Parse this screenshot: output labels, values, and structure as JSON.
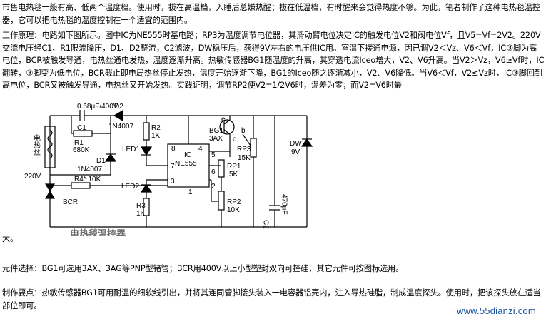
{
  "article": {
    "intro": "市售电热毯一般有高、低两个温度档。使用时，拔在高温档，入睡后总嫌热醒；拔在低温档，有时醒来会觉得热度不够。为此，笔者制作了这种电热毯温控器，它可以把电热毯的温度控制在一个适宜的范围内。",
    "principle_label": "工作原理：",
    "principle": "电路如下图所示。图中IC为NE555时基电路；RP3为温度调节电位器，其滑动臂电位决定IC的触发电位V2和阀电位Vf，且V5=Vf=2V2。220V交流电压经C1、R1限流降压，D1、D2整流，C2滤波，DW稳压后，获得9V左右的电压供IC用。室温下接通电源，因已调V2＜Vz、V6＜Vf，IC③脚为高电位，BCR被触发导通，电热丝通电发热，温度逐渐升高。热敏传感器BG1随温度的升高，其穿透电流Iceo增大，V2、V6升高。当V2＞Vz，V6≥Vf时，IC翻转，③脚变为低电位，BCR截止即电局热丝停止发热，温度开始逐渐下降，BG1的Iceo随之逐渐减小，V2、V6降低。当V6＜Vf，V2≤Vz时，IC③脚回到高电位，BCR又被触发导通，电热丝又开始发热。实践证明，调节RP2使V2=1/2V6时，温差为零；而V2=V6时最",
    "tail": "大。",
    "parts_label": "元件选择：",
    "parts": "BG1可选用3AX、3AG等PNP型锗管；BCR用400V以上小型塑封双向可控硅，其它元件可按图标选用。",
    "notes_label": "制作要点：",
    "notes": "热敏传感器BG1可用耐温的细软线引出，并将其连同管脚接头装入一电容器铝壳内，注入导热硅脂，制成温度探头。使用时，把该探头放在适当部位即可。"
  },
  "circuit": {
    "title": "电热毯温控器",
    "labels": {
      "c1_value": "0.68μF/400V",
      "c1": "C1",
      "r1": "R1",
      "r1_value": "680K",
      "d1": "D1",
      "d1_type": "1N4007",
      "d2": "D2",
      "d2_type": "1N4007",
      "r2": "R2",
      "r2_value": "1K",
      "led1": "LED1",
      "led2": "LED2",
      "r3": "R3",
      "r3_value": "1K",
      "r4": "R4* 10K",
      "bcr": "BCR",
      "ac": "220V",
      "heater": "电热丝",
      "ic": "IC",
      "ic_type": "NE555",
      "pin8": "8",
      "pin4": "4",
      "pin5": "5",
      "pin7": "7",
      "pin6": "6",
      "pin3": "3",
      "pin2": "2",
      "pin1": "1",
      "bg1": "BG1",
      "bg1_type": "3AX",
      "e": "e",
      "b": "b",
      "c": "c",
      "rp3": "RP3",
      "rp3_value": "15K",
      "rp1": "RP1",
      "rp1_value": "5K",
      "rp2": "RP2",
      "rp2_value": "10K",
      "c2": "C2",
      "c2_value": "470μF",
      "dw": "DW",
      "dw_value": "9V"
    }
  },
  "watermark": "www.55dianzi.com",
  "colors": {
    "text": "#000000",
    "title_gray": "#6b6b6b",
    "watermark_blue": "#1a54a0"
  }
}
